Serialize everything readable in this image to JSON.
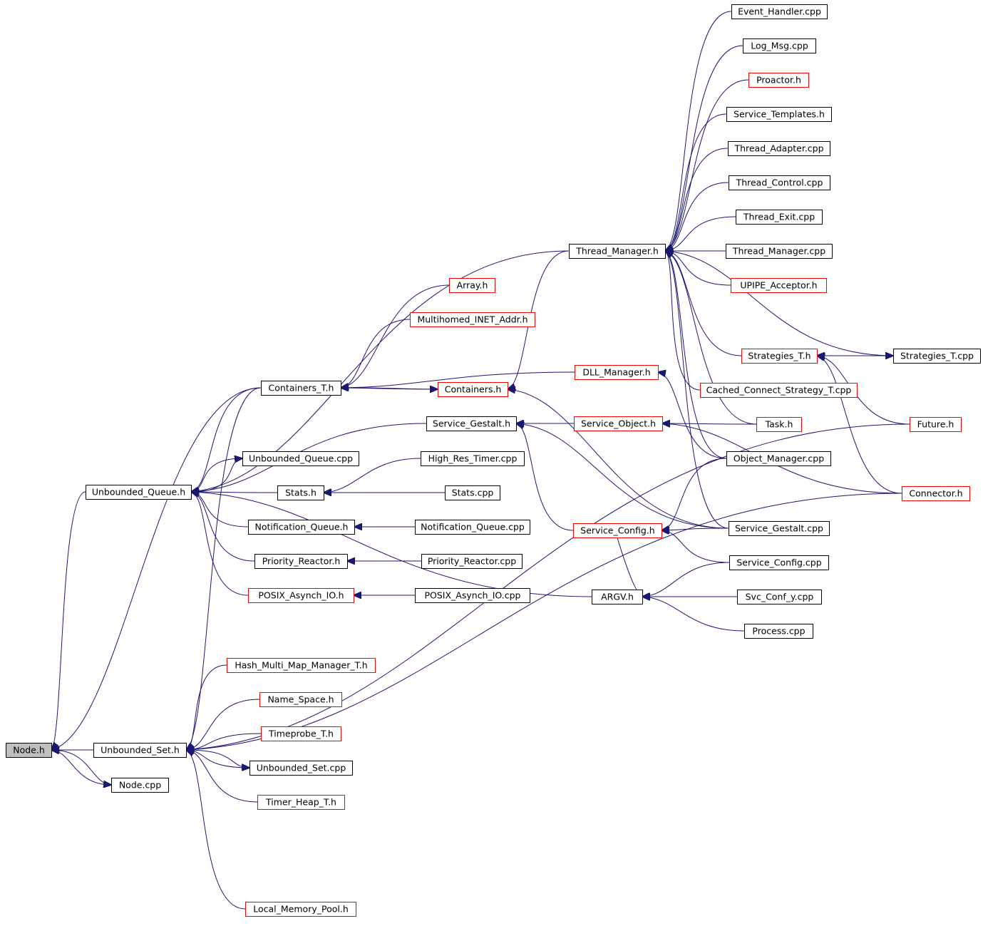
{
  "nodes": [
    {
      "id": "node_h",
      "label": "Node.h",
      "style": "root"
    },
    {
      "id": "unbounded_set_h",
      "label": "Unbounded_Set.h",
      "style": "black"
    },
    {
      "id": "node_cpp",
      "label": "Node.cpp",
      "style": "black"
    },
    {
      "id": "unbounded_queue_h",
      "label": "Unbounded_Queue.h",
      "style": "black"
    },
    {
      "id": "hash_multi_map_manager_t_h",
      "label": "Hash_Multi_Map_Manager_T.h",
      "style": "red"
    },
    {
      "id": "name_space_h",
      "label": "Name_Space.h",
      "style": "red"
    },
    {
      "id": "timeprobe_t_h",
      "label": "Timeprobe_T.h",
      "style": "red"
    },
    {
      "id": "unbounded_set_cpp",
      "label": "Unbounded_Set.cpp",
      "style": "black"
    },
    {
      "id": "timer_heap_t_h",
      "label": "Timer_Heap_T.h",
      "style": "red"
    },
    {
      "id": "local_memory_pool_h",
      "label": "Local_Memory_Pool.h",
      "style": "red"
    },
    {
      "id": "containers_t_h",
      "label": "Containers_T.h",
      "style": "black"
    },
    {
      "id": "unbounded_queue_cpp",
      "label": "Unbounded_Queue.cpp",
      "style": "black"
    },
    {
      "id": "stats_h",
      "label": "Stats.h",
      "style": "black"
    },
    {
      "id": "notification_queue_h",
      "label": "Notification_Queue.h",
      "style": "black"
    },
    {
      "id": "priority_reactor_h",
      "label": "Priority_Reactor.h",
      "style": "black"
    },
    {
      "id": "posix_asynch_io_h",
      "label": "POSIX_Asynch_IO.h",
      "style": "red"
    },
    {
      "id": "array_h",
      "label": "Array.h",
      "style": "red"
    },
    {
      "id": "multihomed_inet_addr_h",
      "label": "Multihomed_INET_Addr.h",
      "style": "red"
    },
    {
      "id": "containers_h",
      "label": "Containers.h",
      "style": "red"
    },
    {
      "id": "dll_manager_h",
      "label": "DLL_Manager.h",
      "style": "red"
    },
    {
      "id": "service_gestalt_h",
      "label": "Service_Gestalt.h",
      "style": "black"
    },
    {
      "id": "service_object_h",
      "label": "Service_Object.h",
      "style": "red"
    },
    {
      "id": "high_res_timer_cpp",
      "label": "High_Res_Timer.cpp",
      "style": "black"
    },
    {
      "id": "stats_cpp",
      "label": "Stats.cpp",
      "style": "black"
    },
    {
      "id": "notification_queue_cpp",
      "label": "Notification_Queue.cpp",
      "style": "black"
    },
    {
      "id": "priority_reactor_cpp",
      "label": "Priority_Reactor.cpp",
      "style": "black"
    },
    {
      "id": "posix_asynch_io_cpp",
      "label": "POSIX_Asynch_IO.cpp",
      "style": "black"
    },
    {
      "id": "service_config_h",
      "label": "Service_Config.h",
      "style": "red"
    },
    {
      "id": "argv_h",
      "label": "ARGV.h",
      "style": "black"
    },
    {
      "id": "thread_manager_h",
      "label": "Thread_Manager.h",
      "style": "black"
    },
    {
      "id": "event_handler_cpp",
      "label": "Event_Handler.cpp",
      "style": "black"
    },
    {
      "id": "log_msg_cpp",
      "label": "Log_Msg.cpp",
      "style": "black"
    },
    {
      "id": "proactor_h",
      "label": "Proactor.h",
      "style": "red"
    },
    {
      "id": "service_templates_h",
      "label": "Service_Templates.h",
      "style": "black"
    },
    {
      "id": "thread_adapter_cpp",
      "label": "Thread_Adapter.cpp",
      "style": "black"
    },
    {
      "id": "thread_control_cpp",
      "label": "Thread_Control.cpp",
      "style": "black"
    },
    {
      "id": "thread_exit_cpp",
      "label": "Thread_Exit.cpp",
      "style": "black"
    },
    {
      "id": "thread_manager_cpp",
      "label": "Thread_Manager.cpp",
      "style": "black"
    },
    {
      "id": "upipe_acceptor_h",
      "label": "UPIPE_Acceptor.h",
      "style": "red"
    },
    {
      "id": "strategies_t_h",
      "label": "Strategies_T.h",
      "style": "red"
    },
    {
      "id": "strategies_t_cpp",
      "label": "Strategies_T.cpp",
      "style": "black"
    },
    {
      "id": "cached_connect_strategy_t_cpp",
      "label": "Cached_Connect_Strategy_T.cpp",
      "style": "red"
    },
    {
      "id": "task_h",
      "label": "Task.h",
      "style": "red"
    },
    {
      "id": "object_manager_cpp",
      "label": "Object_Manager.cpp",
      "style": "black"
    },
    {
      "id": "future_h",
      "label": "Future.h",
      "style": "red"
    },
    {
      "id": "connector_h",
      "label": "Connector.h",
      "style": "red"
    },
    {
      "id": "service_gestalt_cpp",
      "label": "Service_Gestalt.cpp",
      "style": "black"
    },
    {
      "id": "service_config_cpp",
      "label": "Service_Config.cpp",
      "style": "black"
    },
    {
      "id": "svc_conf_y_cpp",
      "label": "Svc_Conf_y.cpp",
      "style": "black"
    },
    {
      "id": "process_cpp",
      "label": "Process.cpp",
      "style": "black"
    }
  ],
  "edges": [
    [
      "unbounded_set_h",
      "node_h"
    ],
    [
      "node_cpp",
      "node_h"
    ],
    [
      "unbounded_queue_h",
      "node_h"
    ],
    [
      "containers_t_h",
      "node_h"
    ],
    [
      "node_h",
      "node_cpp"
    ],
    [
      "hash_multi_map_manager_t_h",
      "unbounded_set_h"
    ],
    [
      "name_space_h",
      "unbounded_set_h"
    ],
    [
      "timeprobe_t_h",
      "unbounded_set_h"
    ],
    [
      "unbounded_set_cpp",
      "unbounded_set_h"
    ],
    [
      "unbounded_set_h",
      "unbounded_set_cpp"
    ],
    [
      "timer_heap_t_h",
      "unbounded_set_h"
    ],
    [
      "local_memory_pool_h",
      "unbounded_set_h"
    ],
    [
      "future_h",
      "unbounded_set_h"
    ],
    [
      "connector_h",
      "unbounded_set_h"
    ],
    [
      "containers_t_h",
      "unbounded_queue_h"
    ],
    [
      "unbounded_queue_cpp",
      "unbounded_queue_h"
    ],
    [
      "unbounded_queue_h",
      "unbounded_queue_cpp"
    ],
    [
      "stats_h",
      "unbounded_queue_h"
    ],
    [
      "notification_queue_h",
      "unbounded_queue_h"
    ],
    [
      "priority_reactor_h",
      "unbounded_queue_h"
    ],
    [
      "posix_asynch_io_h",
      "unbounded_queue_h"
    ],
    [
      "service_gestalt_h",
      "unbounded_queue_h"
    ],
    [
      "thread_manager_h",
      "unbounded_queue_h"
    ],
    [
      "argv_h",
      "unbounded_queue_h"
    ],
    [
      "containers_t_h",
      "unbounded_set_h"
    ],
    [
      "array_h",
      "containers_t_h"
    ],
    [
      "multihomed_inet_addr_h",
      "containers_t_h"
    ],
    [
      "containers_h",
      "containers_t_h"
    ],
    [
      "containers_t_h",
      "containers_h"
    ],
    [
      "dll_manager_h",
      "containers_t_h"
    ],
    [
      "thread_manager_h",
      "containers_h"
    ],
    [
      "service_gestalt_cpp",
      "containers_h"
    ],
    [
      "high_res_timer_cpp",
      "stats_h"
    ],
    [
      "stats_cpp",
      "stats_h"
    ],
    [
      "notification_queue_cpp",
      "notification_queue_h"
    ],
    [
      "priority_reactor_cpp",
      "priority_reactor_h"
    ],
    [
      "posix_asynch_io_cpp",
      "posix_asynch_io_h"
    ],
    [
      "service_object_h",
      "service_gestalt_h"
    ],
    [
      "service_config_h",
      "service_gestalt_h"
    ],
    [
      "service_gestalt_cpp",
      "service_gestalt_h"
    ],
    [
      "task_h",
      "service_object_h"
    ],
    [
      "connector_h",
      "service_object_h"
    ],
    [
      "object_manager_cpp",
      "dll_manager_h"
    ],
    [
      "service_gestalt_cpp",
      "service_config_h"
    ],
    [
      "service_config_cpp",
      "service_config_h"
    ],
    [
      "object_manager_cpp",
      "service_config_h"
    ],
    [
      "service_config_cpp",
      "argv_h"
    ],
    [
      "svc_conf_y_cpp",
      "argv_h"
    ],
    [
      "process_cpp",
      "argv_h"
    ],
    [
      "service_config_h",
      "argv_h"
    ],
    [
      "event_handler_cpp",
      "thread_manager_h"
    ],
    [
      "log_msg_cpp",
      "thread_manager_h"
    ],
    [
      "proactor_h",
      "thread_manager_h"
    ],
    [
      "service_templates_h",
      "thread_manager_h"
    ],
    [
      "thread_adapter_cpp",
      "thread_manager_h"
    ],
    [
      "thread_control_cpp",
      "thread_manager_h"
    ],
    [
      "thread_exit_cpp",
      "thread_manager_h"
    ],
    [
      "thread_manager_cpp",
      "thread_manager_h"
    ],
    [
      "upipe_acceptor_h",
      "thread_manager_h"
    ],
    [
      "strategies_t_h",
      "thread_manager_h"
    ],
    [
      "strategies_t_cpp",
      "thread_manager_h"
    ],
    [
      "cached_connect_strategy_t_cpp",
      "thread_manager_h"
    ],
    [
      "task_h",
      "thread_manager_h"
    ],
    [
      "object_manager_cpp",
      "thread_manager_h"
    ],
    [
      "service_gestalt_cpp",
      "thread_manager_h"
    ],
    [
      "strategies_t_cpp",
      "strategies_t_h"
    ],
    [
      "strategies_t_h",
      "strategies_t_cpp"
    ],
    [
      "future_h",
      "strategies_t_h"
    ],
    [
      "connector_h",
      "strategies_t_h"
    ]
  ]
}
